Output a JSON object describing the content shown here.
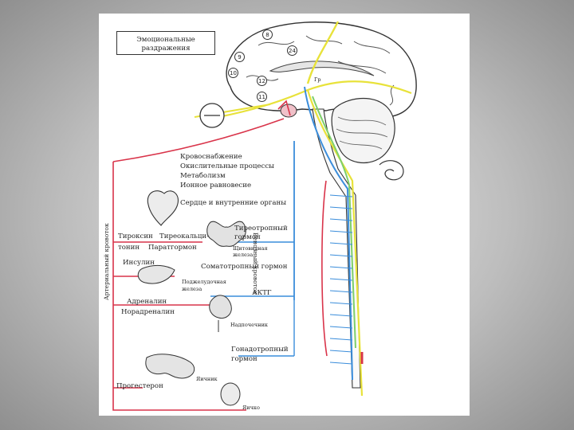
{
  "emotional_box": {
    "line1": "Эмоциональные",
    "line2": "раздражения"
  },
  "brain_numbers": [
    "8",
    "9",
    "10",
    "11",
    "12",
    "24",
    "Гр"
  ],
  "center_labels": {
    "blood_supply": "Кровоснабжение",
    "oxidation": "Окислительные процессы",
    "metabolism": "Метаболизм",
    "ion_balance": "Ионное равновесие",
    "heart": "Сердце и внутренние органы"
  },
  "hormones": {
    "thyroxine": "Тироксин",
    "thyrocalcitonin": "Тиреокальци-",
    "tonin": "тонин",
    "parathormone": "Паратгормон",
    "tsh_line1": "Тиреотропный",
    "tsh_line2": "гормон",
    "thyroid_line1": "Щитовидная",
    "thyroid_line2": "железа",
    "insulin": "Инсулин",
    "somatotropin": "Соматотропный гормон",
    "pancreas_line1": "Поджелудочная",
    "pancreas_line2": "железа",
    "adrenaline": "Адреналин",
    "noradrenaline": "Норадреналин",
    "acth": "АКТГ",
    "adrenal": "Надпочечник",
    "gonadotropin_line1": "Гонадотропный",
    "gonadotropin_line2": "гормон",
    "ovary": "Яичник",
    "progesterone": "Прогестерон",
    "testis": "Яичко"
  },
  "vertical_labels": {
    "venous": "Венозный кровоток",
    "arterial": "Артериальный кровоток"
  },
  "colors": {
    "artery": "#d9344a",
    "vein": "#3a8ddb",
    "yellow_path": "#e8e23a",
    "green_path": "#7ecf6a",
    "line": "#333333"
  }
}
